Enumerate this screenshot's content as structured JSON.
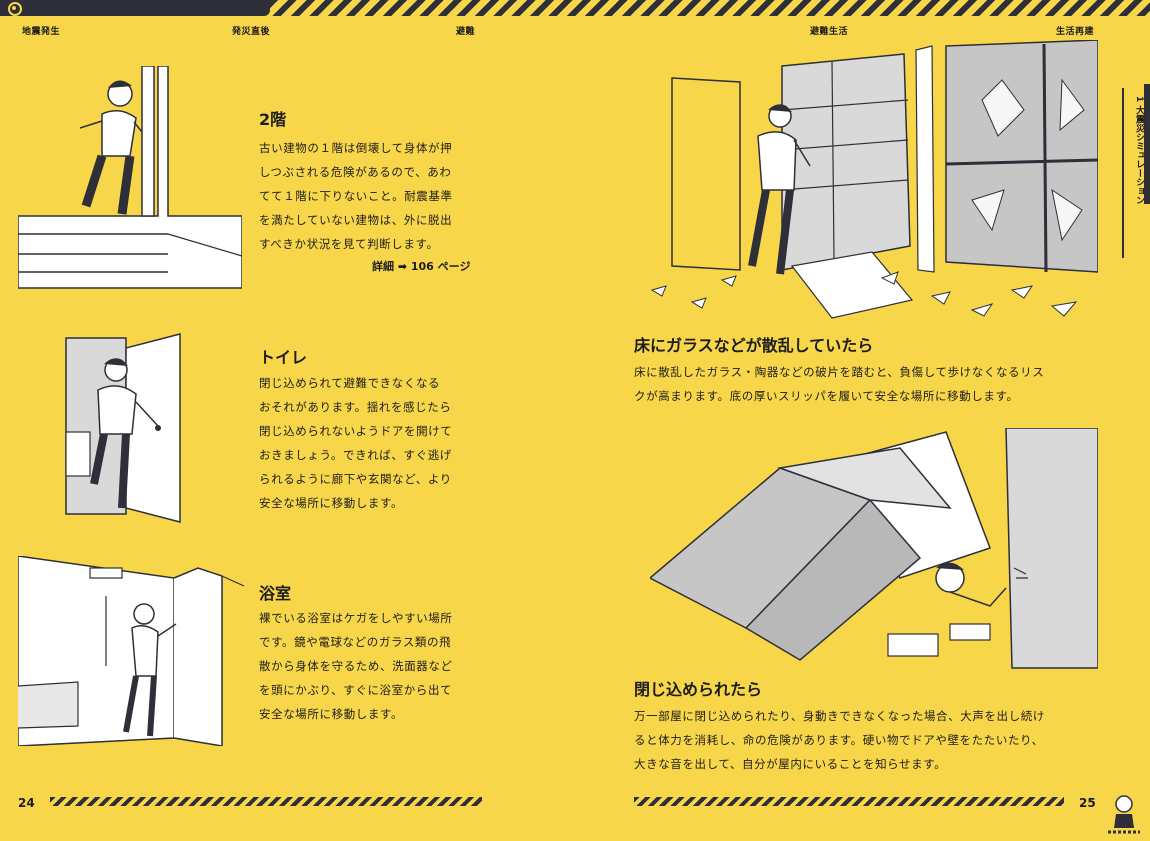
{
  "nav": {
    "left": [
      "地震発生",
      "発災直後",
      "避難"
    ],
    "right": [
      "避難生活",
      "生活再建"
    ]
  },
  "side_tab": "1 大震災シミュレーション",
  "left_page": {
    "sections": [
      {
        "title": "2階",
        "lines": [
          "古い建物の１階は倒壊して身体が押",
          "しつぶされる危険があるので、あわ",
          "てて１階に下りないこと。耐震基準",
          "を満たしていない建物は、外に脱出",
          "すべきか状況を見て判断します。"
        ],
        "ref": "詳細 ➡ 106 ページ"
      },
      {
        "title": "トイレ",
        "lines": [
          "閉じ込められて避難できなくなる",
          "おそれがあります。揺れを感じたら",
          "閉じ込められないようドアを開けて",
          "おきましょう。できれば、すぐ逃げ",
          "られるように廊下や玄関など、より",
          "安全な場所に移動します。"
        ]
      },
      {
        "title": "浴室",
        "lines": [
          "裸でいる浴室はケガをしやすい場所",
          "です。鏡や電球などのガラス類の飛",
          "散から身体を守るため、洗面器など",
          "を頭にかぶり、すぐに浴室から出て",
          "安全な場所に移動します。"
        ]
      }
    ],
    "page_number": "24"
  },
  "right_page": {
    "sections": [
      {
        "title": "床にガラスなどが散乱していたら",
        "lines": [
          "床に散乱したガラス・陶器などの破片を踏むと、負傷して歩けなくなるリス",
          "クが高まります。底の厚いスリッパを履いて安全な場所に移動します。"
        ]
      },
      {
        "title": "閉じ込められたら",
        "lines": [
          "万一部屋に閉じ込められたり、身動きできなくなった場合、大声を出し続け",
          "ると体力を消耗し、命の危険があります。硬い物でドアや壁をたたいたり、",
          "大きな音を出して、自分が屋内にいることを知らせます。"
        ]
      }
    ],
    "page_number": "25"
  },
  "colors": {
    "background": "#f7d64a",
    "ink": "#2e2f38",
    "paper": "#ffffff",
    "gray": "#a8a8a8"
  },
  "icons": [
    "stairs-scene-illustration",
    "toilet-door-illustration",
    "bathroom-illustration",
    "broken-glass-room-illustration",
    "fallen-shelf-illustration",
    "mascot-icon"
  ]
}
